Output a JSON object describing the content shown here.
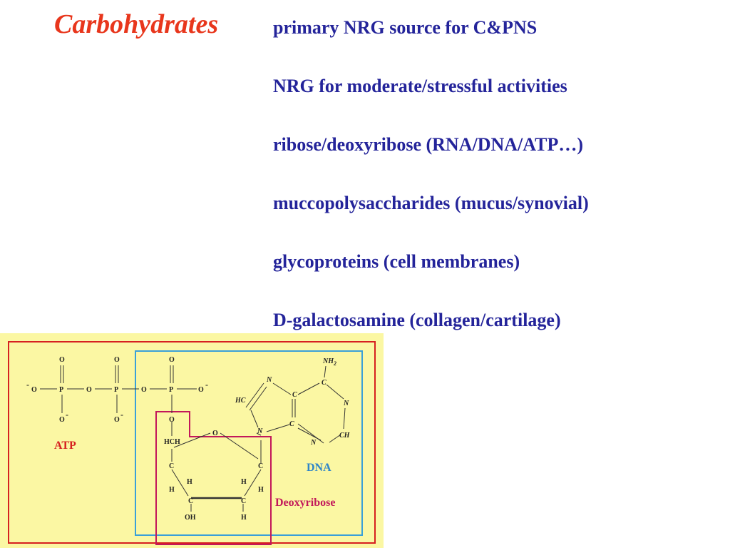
{
  "title": "Carbohydrates",
  "bullets": [
    "primary NRG source for C&PNS",
    "NRG for moderate/stressful activities",
    "ribose/deoxyribose (RNA/DNA/ATP…)",
    "muccopolysaccharides (mucus/synovial)",
    "glycoproteins (cell membranes)",
    "D-galactosamine (collagen/cartilage)"
  ],
  "figure": {
    "labels": {
      "atp": "ATP",
      "dna": "DNA",
      "deoxyribose": "Deoxyribose"
    },
    "colors": {
      "atp": "#d62020",
      "dna": "#3aa0d8",
      "deoxyribose": "#c2185b",
      "background": "#fbf7a3"
    },
    "atoms": {
      "o": "O",
      "p": "P",
      "o_minus": "O",
      "minus": "-",
      "nh2": "NH",
      "sub2": "2",
      "n": "N",
      "c": "C",
      "hc": "HC",
      "ch": "CH",
      "hch": "HCH",
      "h": "H",
      "oh": "OH"
    }
  }
}
